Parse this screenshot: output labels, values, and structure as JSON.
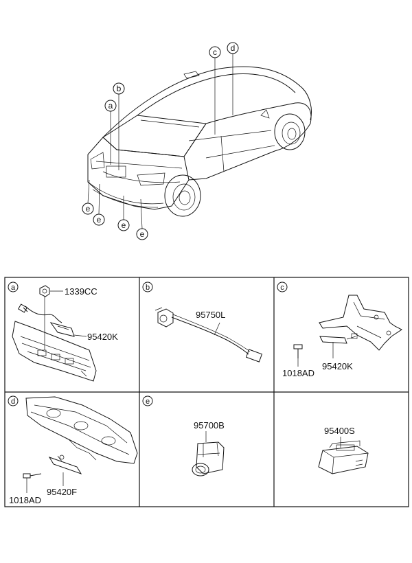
{
  "overview": {
    "callouts": [
      "a",
      "b",
      "c",
      "d",
      "e",
      "e",
      "e",
      "e"
    ]
  },
  "panels": [
    {
      "id": "a",
      "parts": [
        "1339CC",
        "95420K"
      ]
    },
    {
      "id": "b",
      "parts": [
        "95750L"
      ]
    },
    {
      "id": "c",
      "parts": [
        "1018AD",
        "95420K"
      ]
    },
    {
      "id": "d",
      "parts": [
        "1018AD",
        "95420F"
      ]
    },
    {
      "id": "e",
      "parts": [
        "95700B"
      ]
    },
    {
      "id": "",
      "parts": [
        "95400S"
      ]
    }
  ]
}
